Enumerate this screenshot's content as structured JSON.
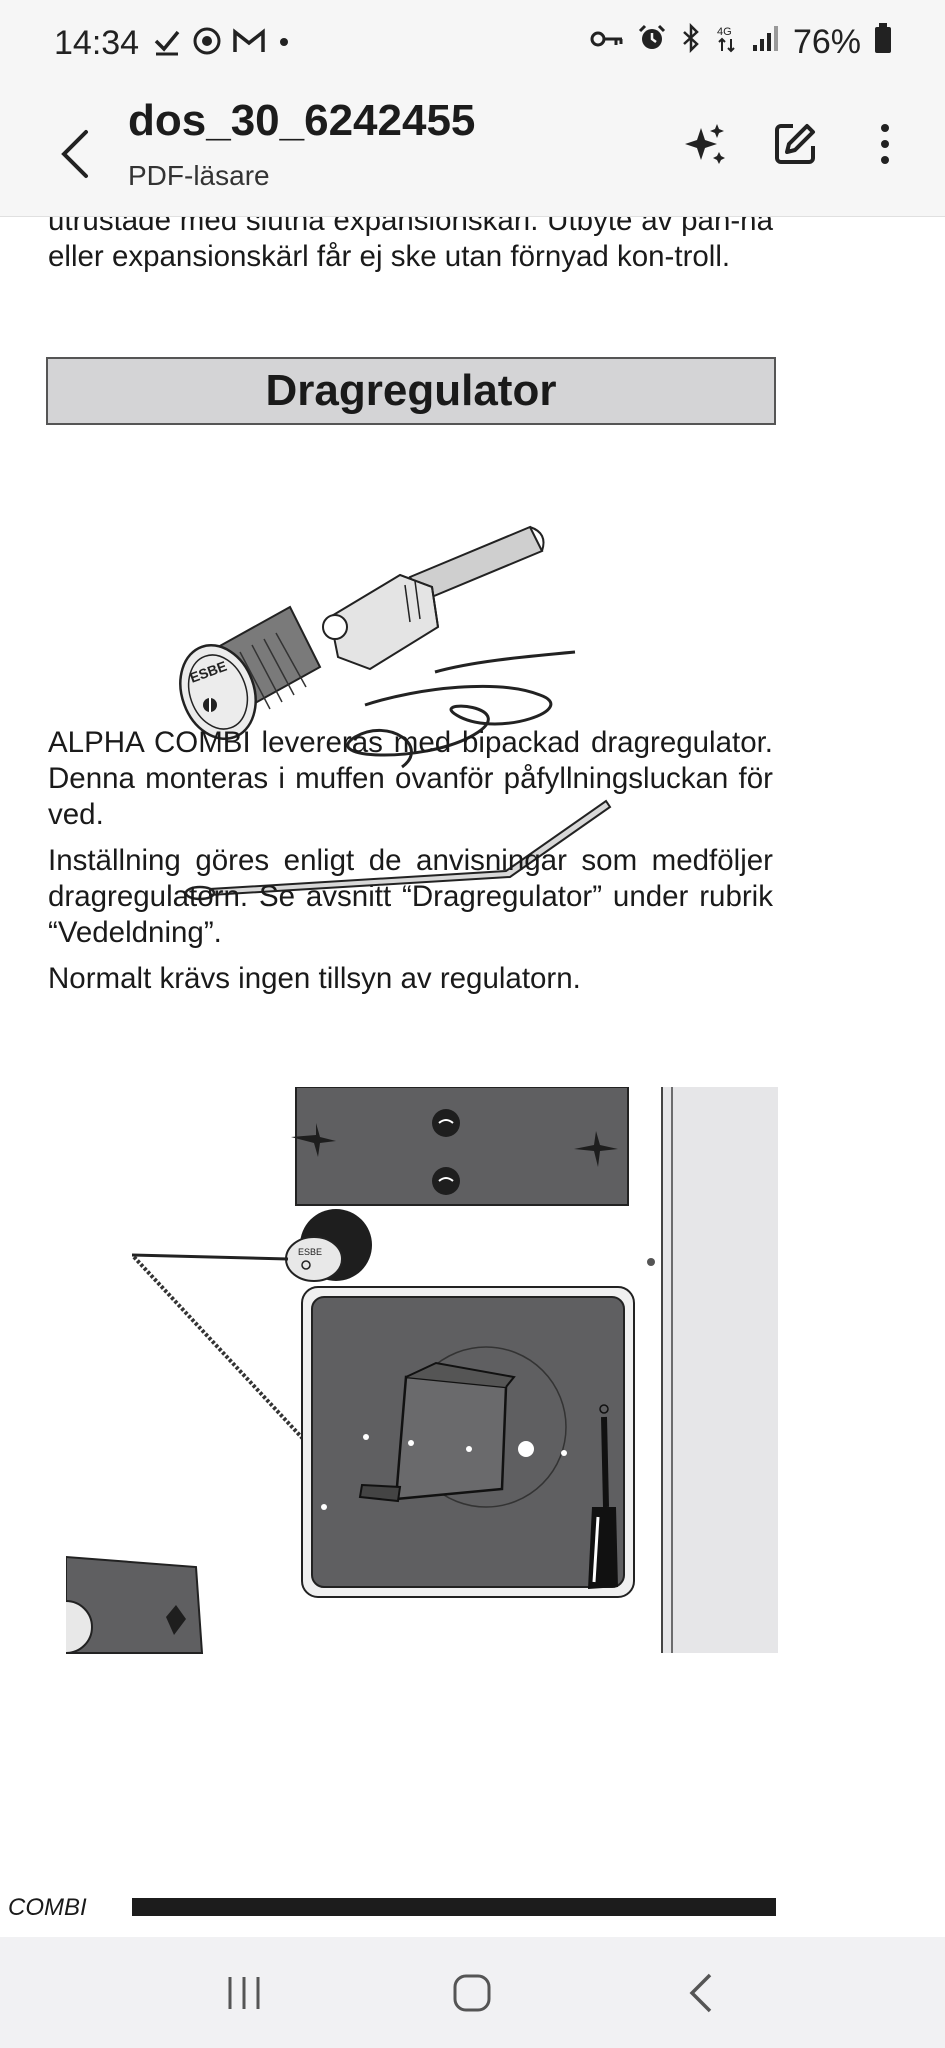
{
  "status_bar": {
    "time": "14:34",
    "battery": "76%",
    "icons": [
      "check-icon",
      "chrome-icon",
      "gmail-icon",
      "dot-icon",
      "key-icon",
      "alarm-icon",
      "bluetooth-icon",
      "4g-icon",
      "signal-icon",
      "battery-icon"
    ]
  },
  "app_bar": {
    "title": "dos_30_6242455",
    "subtitle": "PDF-läsare"
  },
  "document": {
    "top_paragraph": "utrustade med slutna expansionskärl. Utbyte av pan-na eller expansionskärl får ej ske utan förnyad kon-troll.",
    "section_title": "Dragregulator",
    "para_1": "ALPHA COMBI levereras med bipackad dragregulator. Denna monteras i muffen ovanför påfyllningsluckan för ved.",
    "para_2": "Inställning göres enligt de anvisningar som medföljer dragregulatorn. Se avsnitt “Dragregulator” under rubrik “Vedeldning”.",
    "para_3": "Normalt krävs ingen tillsyn av regulatorn.",
    "illustration_1_label": "ESBE",
    "illustration_2_label": "ESBE",
    "footer_label": "COMBI"
  }
}
